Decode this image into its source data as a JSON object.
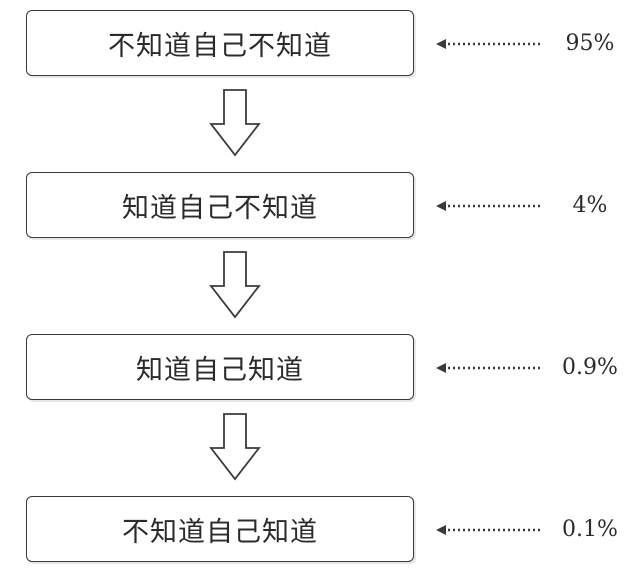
{
  "stages": [
    {
      "label": "不知道自己不知道",
      "percent": "95%"
    },
    {
      "label": "知道自己不知道",
      "percent": "4%"
    },
    {
      "label": "知道自己知道",
      "percent": "0.9%"
    },
    {
      "label": "不知道自己知道",
      "percent": "0.1%"
    }
  ],
  "icons": {
    "flow_arrow": "down-arrow-outline-icon",
    "pointer_arrow": "dotted-left-arrow-icon"
  },
  "colors": {
    "stroke": "#3a3a3a",
    "text": "#2b2b2b",
    "background": "#ffffff"
  }
}
